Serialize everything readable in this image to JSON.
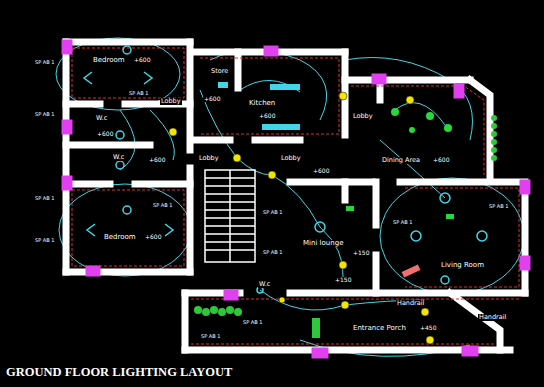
{
  "diagram": {
    "title": "GROUND FLOOR LIGHTING LAYOUT",
    "labels": [
      "Bedroom",
      "+600",
      "Store",
      "+600",
      "Kitchen",
      "+600",
      "W.c",
      "+600",
      "Lobby",
      "W.c",
      "+600",
      "Lobby",
      "Lobby",
      "+600",
      "Lobby",
      "Dining Area",
      "+600",
      "Bedroom",
      "+600",
      "Mini lounge",
      "Living Room",
      "W.c",
      "+150",
      "+150",
      "Handrail",
      "Handrail",
      "Entrance Porch",
      "+450",
      "SP AB 1",
      "SP AB 1",
      "SP AB 1",
      "SP AB 1",
      "SP AB 1",
      "SP AB 1",
      "SP AB 1",
      "SP AB 1",
      "SP AB 1",
      "SP AB 1",
      "SP AB 1",
      "SP AB 1"
    ]
  }
}
